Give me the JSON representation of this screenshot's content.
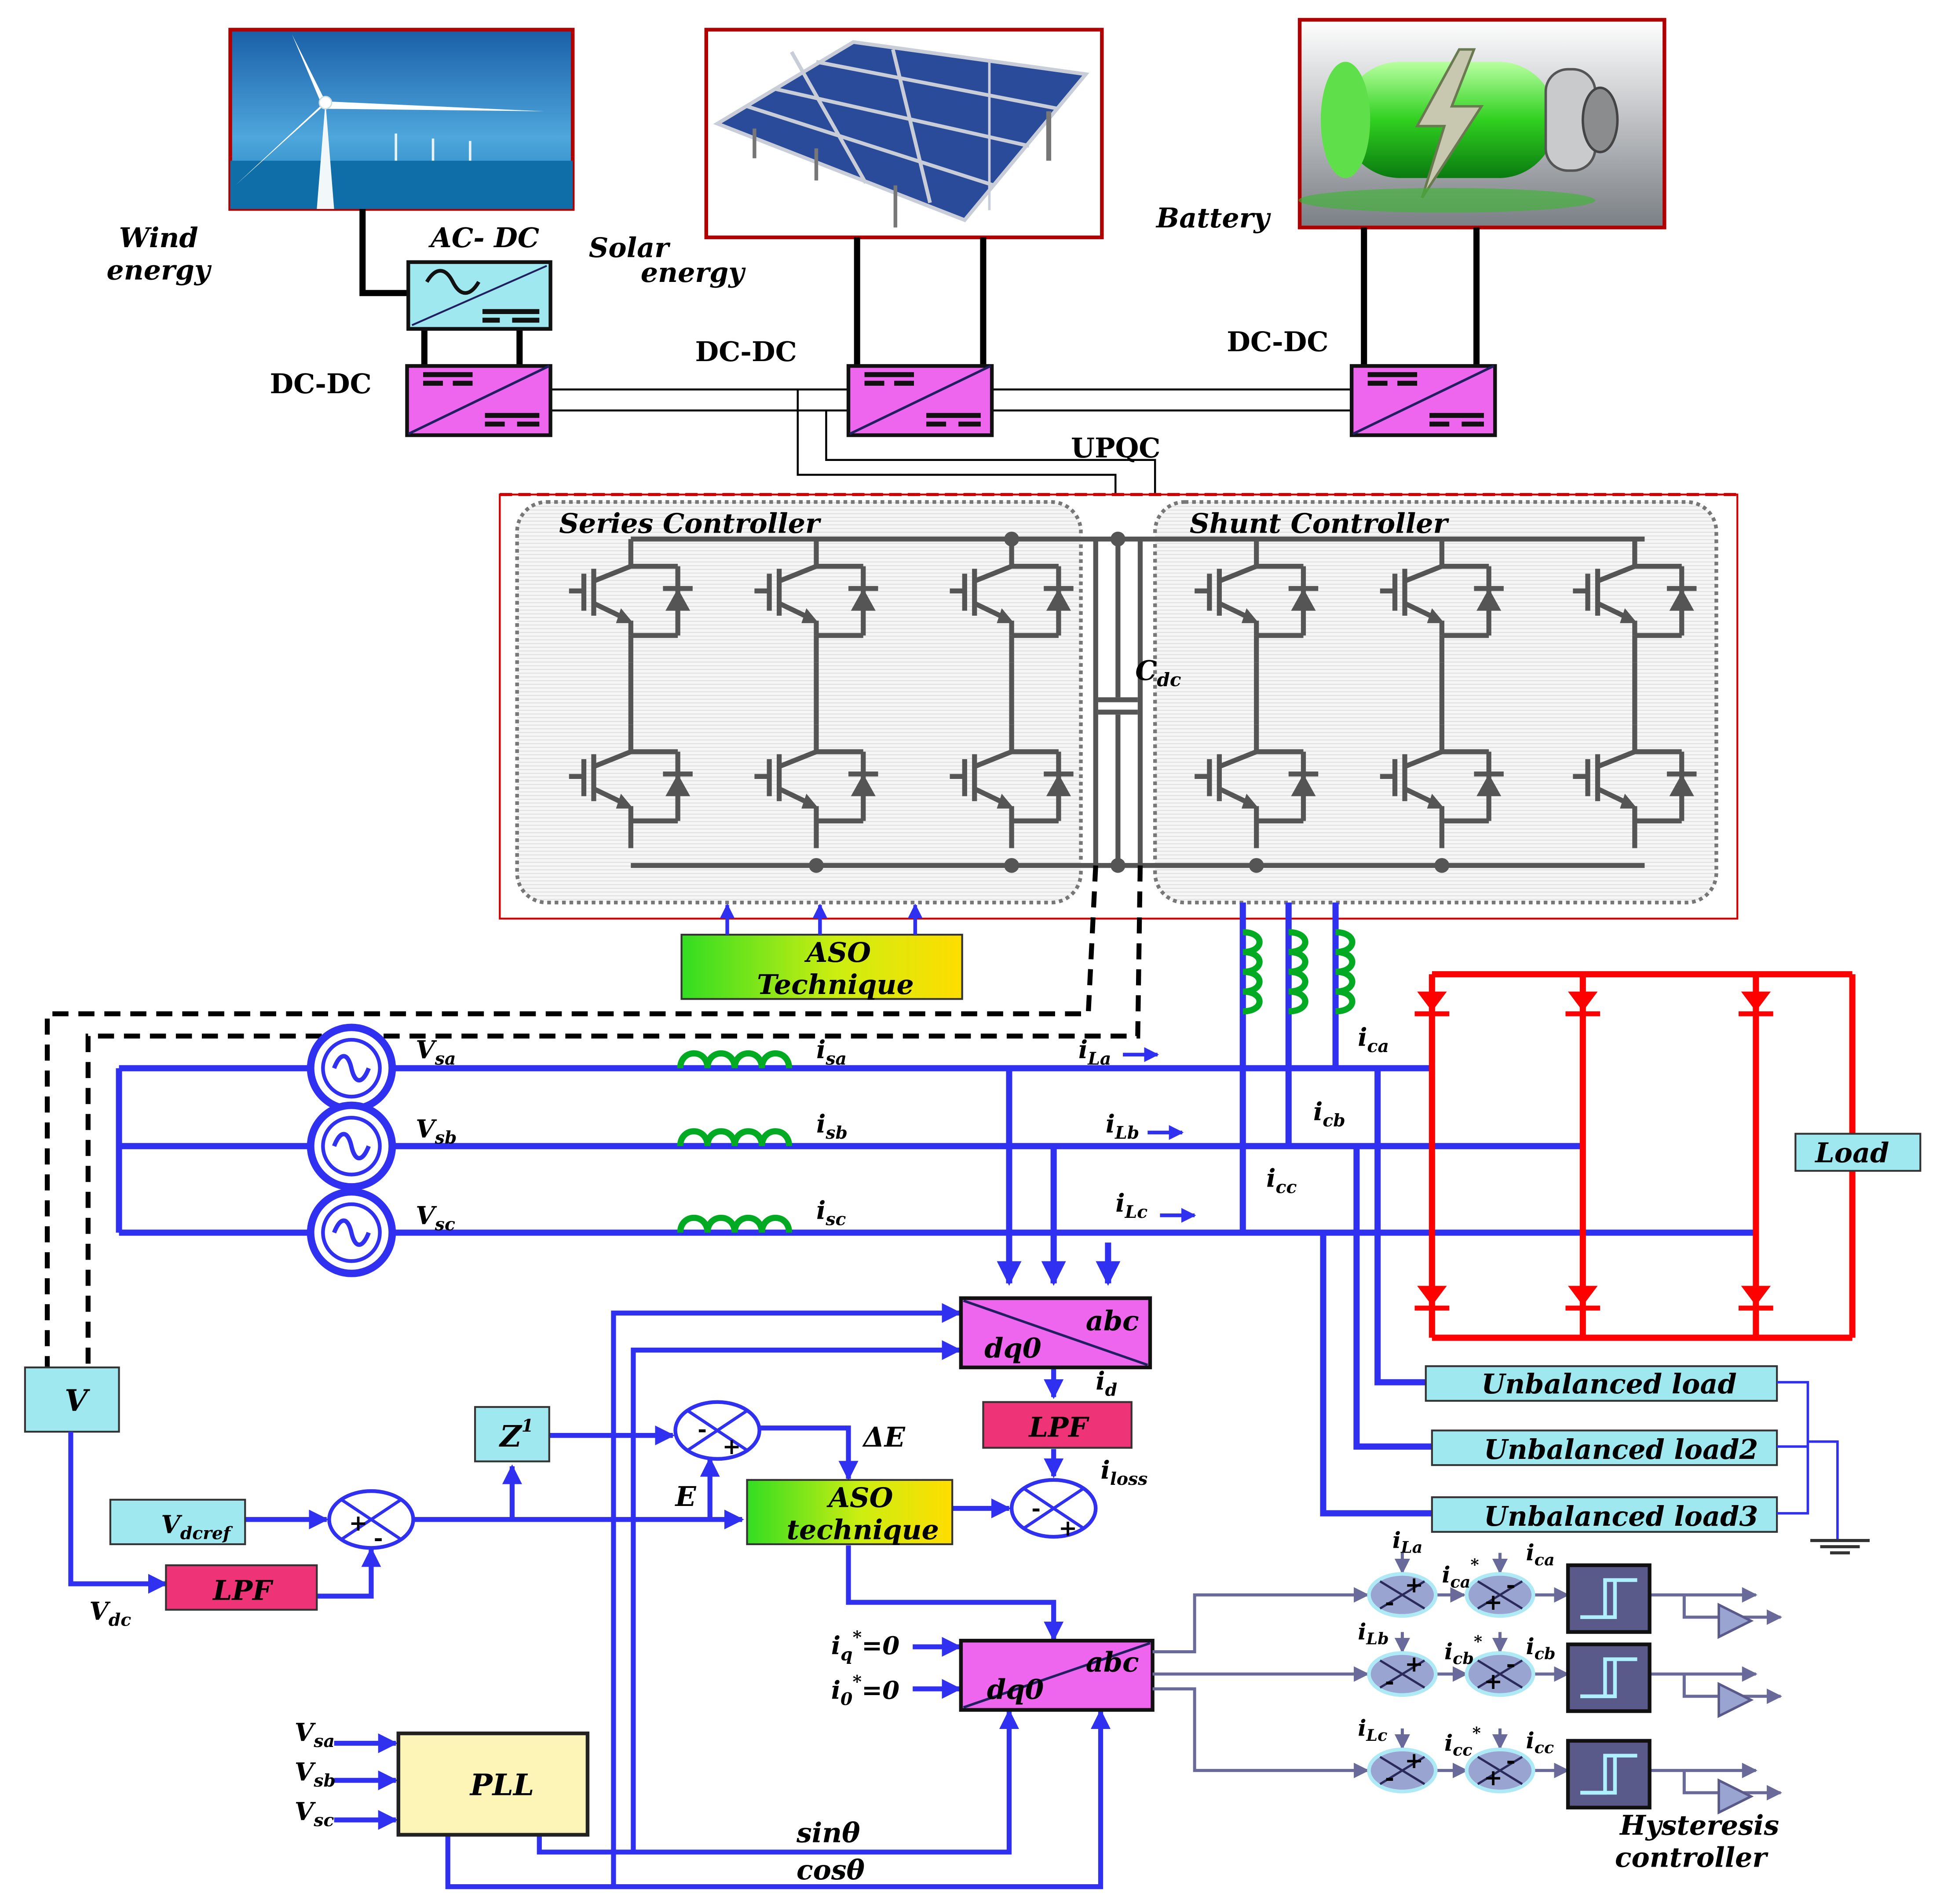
{
  "colors": {
    "bus": "#3030f0",
    "rectifier": "#ff0000",
    "inductor": "#00aa22",
    "converter_fill": "#ee66ee",
    "converter_box": "#a0e8ef",
    "lpf_fill": "#ee3377",
    "pll_fill": "#fdf5b8",
    "igbt": "#555555",
    "outline_red": "#cc0000",
    "hysteresis": "#5a5a8a",
    "summer_fill": "#9aa4d0"
  },
  "sources": {
    "wind_label_1": "Wind",
    "wind_label_2": "energy",
    "solar_label_1": "Solar",
    "solar_label_2": "energy",
    "battery_label": "Battery"
  },
  "converters": {
    "ac_dc": "AC- DC",
    "dc_dc_wind": "DC-DC",
    "dc_dc_solar": "DC-DC",
    "dc_dc_battery": "DC-DC",
    "upqc": "UPQC"
  },
  "upqc": {
    "series_controller": "Series Controller",
    "shunt_controller": "Shunt Controller",
    "cdc_main": "C",
    "cdc_sub": "dc"
  },
  "aso_top": {
    "line1": "ASO",
    "line2": "Technique"
  },
  "grid": {
    "vsa": {
      "main": "V",
      "sub": "sa"
    },
    "vsb": {
      "main": "V",
      "sub": "sb"
    },
    "vsc": {
      "main": "V",
      "sub": "sc"
    },
    "isa": {
      "main": "i",
      "sub": "sa"
    },
    "isb": {
      "main": "i",
      "sub": "sb"
    },
    "isc": {
      "main": "i",
      "sub": "sc"
    },
    "ila": {
      "main": "i",
      "sub": "La"
    },
    "ilb": {
      "main": "i",
      "sub": "Lb"
    },
    "ilc": {
      "main": "i",
      "sub": "Lc"
    },
    "ica": {
      "main": "i",
      "sub": "ca"
    },
    "icb": {
      "main": "i",
      "sub": "cb"
    },
    "icc": {
      "main": "i",
      "sub": "cc"
    },
    "load": "Load",
    "unbalanced_1": "Unbalanced load",
    "unbalanced_2": "Unbalanced load2",
    "unbalanced_3": "Unbalanced load3"
  },
  "control": {
    "v_box": "V",
    "vdc": {
      "main": "V",
      "sub": "dc"
    },
    "vdcref": {
      "main": "V",
      "sub": "dcref"
    },
    "lpf_left": "LPF",
    "lpf_right": "LPF",
    "z_main": "Z",
    "z_sup": "1",
    "delta_e": "ΔE",
    "e": "E",
    "aso_line1": "ASO",
    "aso_line2": "technique",
    "abc_top": "abc",
    "dq0_top": "dq0",
    "id": {
      "main": "i",
      "sub": "d"
    },
    "iloss": {
      "main": "i",
      "sub": "loss"
    },
    "abc_bottom": "abc",
    "dq0_bottom": "dq0",
    "iq": {
      "main": "i",
      "sub": "q",
      "sup": "*",
      "rest": "=0"
    },
    "io": {
      "main": "i",
      "sub": "0",
      "sup": "*",
      "rest": "=0"
    },
    "pll": "PLL",
    "pll_vsa": {
      "main": "V",
      "sub": "sa"
    },
    "pll_vsb": {
      "main": "V",
      "sub": "sb"
    },
    "pll_vsc": {
      "main": "V",
      "sub": "sc"
    },
    "sin": "sinθ",
    "cos": "cosθ"
  },
  "hysteresis": {
    "row_a": {
      "il": {
        "main": "i",
        "sub": "La"
      },
      "ic_ref": {
        "main": "i",
        "sub": "ca",
        "sup": "*"
      },
      "ic": {
        "main": "i",
        "sub": "ca"
      }
    },
    "row_b": {
      "il": {
        "main": "i",
        "sub": "Lb"
      },
      "ic_ref": {
        "main": "i",
        "sub": "cb",
        "sup": "*"
      },
      "ic": {
        "main": "i",
        "sub": "cb"
      }
    },
    "row_c": {
      "il": {
        "main": "i",
        "sub": "Lc"
      },
      "ic_ref": {
        "main": "i",
        "sub": "cc",
        "sup": "*"
      },
      "ic": {
        "main": "i",
        "sub": "cc"
      }
    },
    "label_1": "Hysteresis",
    "label_2": "controller"
  }
}
